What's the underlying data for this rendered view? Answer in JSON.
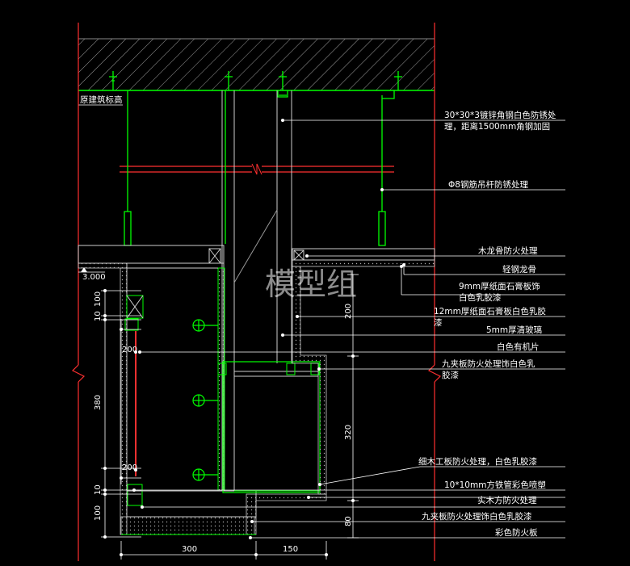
{
  "ceiling_label": "原建筑标高",
  "elevation_label": "3.000",
  "watermark": "模型组",
  "callouts": [
    {
      "id": "c1",
      "lines": [
        "30*30*3镀锌角钢白色防锈处",
        "理，距离1500mm角钢加固"
      ]
    },
    {
      "id": "c2",
      "lines": [
        "Φ8钢筋吊杆防锈处理"
      ]
    },
    {
      "id": "c3",
      "lines": [
        "木龙骨防火处理"
      ]
    },
    {
      "id": "c4",
      "lines": [
        "轻钢龙骨"
      ]
    },
    {
      "id": "c5",
      "lines": [
        "9mm厚纸面石膏板饰",
        "白色乳胶漆"
      ]
    },
    {
      "id": "c6",
      "lines": [
        "12mm厚纸面石膏板白色乳胶",
        "漆"
      ]
    },
    {
      "id": "c7",
      "lines": [
        "5mm厚清玻璃"
      ]
    },
    {
      "id": "c8",
      "lines": [
        "白色有机片"
      ]
    },
    {
      "id": "c9",
      "lines": [
        "九夹板防火处理饰白色乳",
        "胶漆"
      ]
    },
    {
      "id": "c10",
      "lines": [
        "细木工板防火处理，白色乳胶漆"
      ]
    },
    {
      "id": "c11",
      "lines": [
        "10*10mm方铁管彩色喷塑"
      ]
    },
    {
      "id": "c12",
      "lines": [
        "实木方防火处理"
      ]
    },
    {
      "id": "c13",
      "lines": [
        "九夹板防火处理饰白色乳胶漆"
      ]
    },
    {
      "id": "c14",
      "lines": [
        "彩色防火板"
      ]
    }
  ],
  "dimensions": {
    "left": [
      "100",
      "10",
      "200",
      "380",
      "200",
      "10",
      "100"
    ],
    "bottom": [
      "300",
      "150"
    ],
    "right": [
      "200",
      "320",
      "80"
    ]
  },
  "colors": {
    "structure": "#00ff00",
    "wall": "#ff0000",
    "leader": "#ffffff",
    "hatch": "#bbbbbb",
    "line": "#cccccc"
  }
}
